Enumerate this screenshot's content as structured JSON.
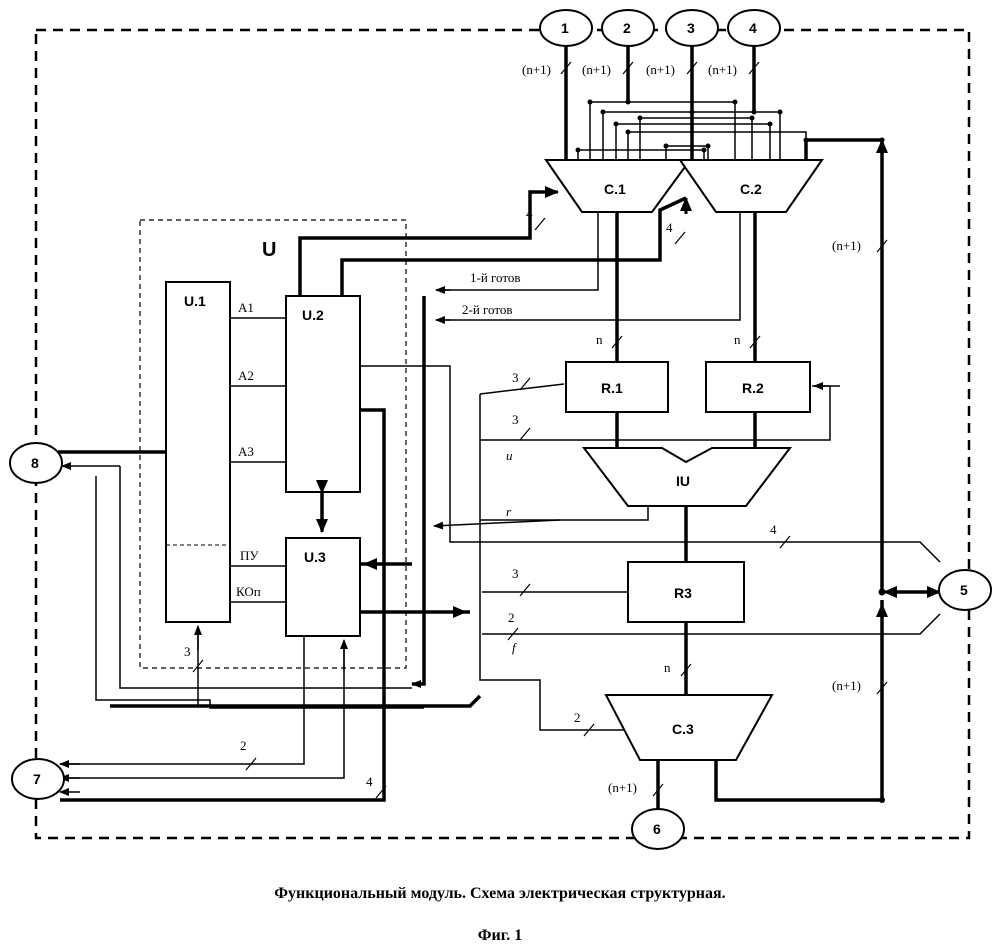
{
  "blocks": {
    "u": "U",
    "u1": "U.1",
    "u2": "U.2",
    "u3": "U.3",
    "c1": "C.1",
    "c2": "C.2",
    "c3": "C.3",
    "r1": "R.1",
    "r2": "R.2",
    "r3": "R3",
    "iu": "IU"
  },
  "terminals": {
    "t1": "1",
    "t2": "2",
    "t3": "3",
    "t4": "4",
    "t5": "5",
    "t6": "6",
    "t7": "7",
    "t8": "8"
  },
  "signals": {
    "a1": "A1",
    "a2": "A2",
    "a3": "A3",
    "pu": "ПУ",
    "kop": "КОп",
    "ready1": "1-й готов",
    "ready2": "2-й готов",
    "u": "u",
    "r": "r",
    "f": "f"
  },
  "widths": {
    "n1": "(n+1)",
    "n": "n",
    "w2": "2",
    "w3": "3",
    "w4": "4"
  },
  "caption": {
    "title": "Функциональный модуль. Схема электрическая структурная.",
    "figure": "Фиг. 1"
  }
}
